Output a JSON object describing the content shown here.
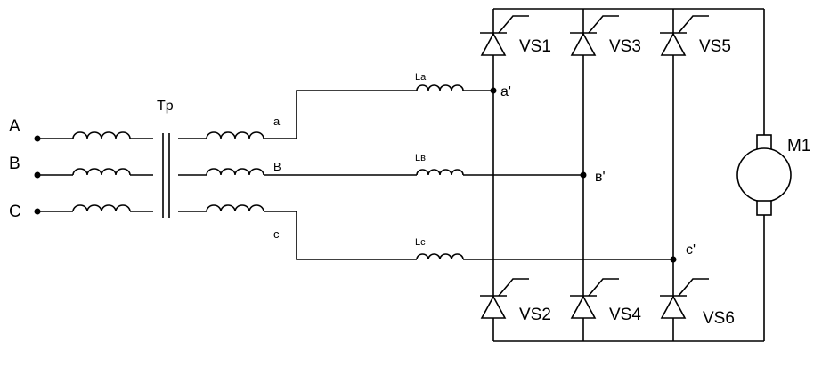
{
  "inputs": {
    "a": "A",
    "b": "B",
    "c": "C"
  },
  "transformer": {
    "label": "Tp"
  },
  "secondary": {
    "a": "a",
    "b": "B",
    "c": "c"
  },
  "inductors": {
    "a": "La",
    "b": "Lв",
    "c": "Lc"
  },
  "nodes": {
    "a": "a'",
    "b": "в'",
    "c": "c'"
  },
  "thyristors": {
    "vs1": "VS1",
    "vs2": "VS2",
    "vs3": "VS3",
    "vs4": "VS4",
    "vs5": "VS5",
    "vs6": "VS6"
  },
  "motor": {
    "label": "M1"
  }
}
